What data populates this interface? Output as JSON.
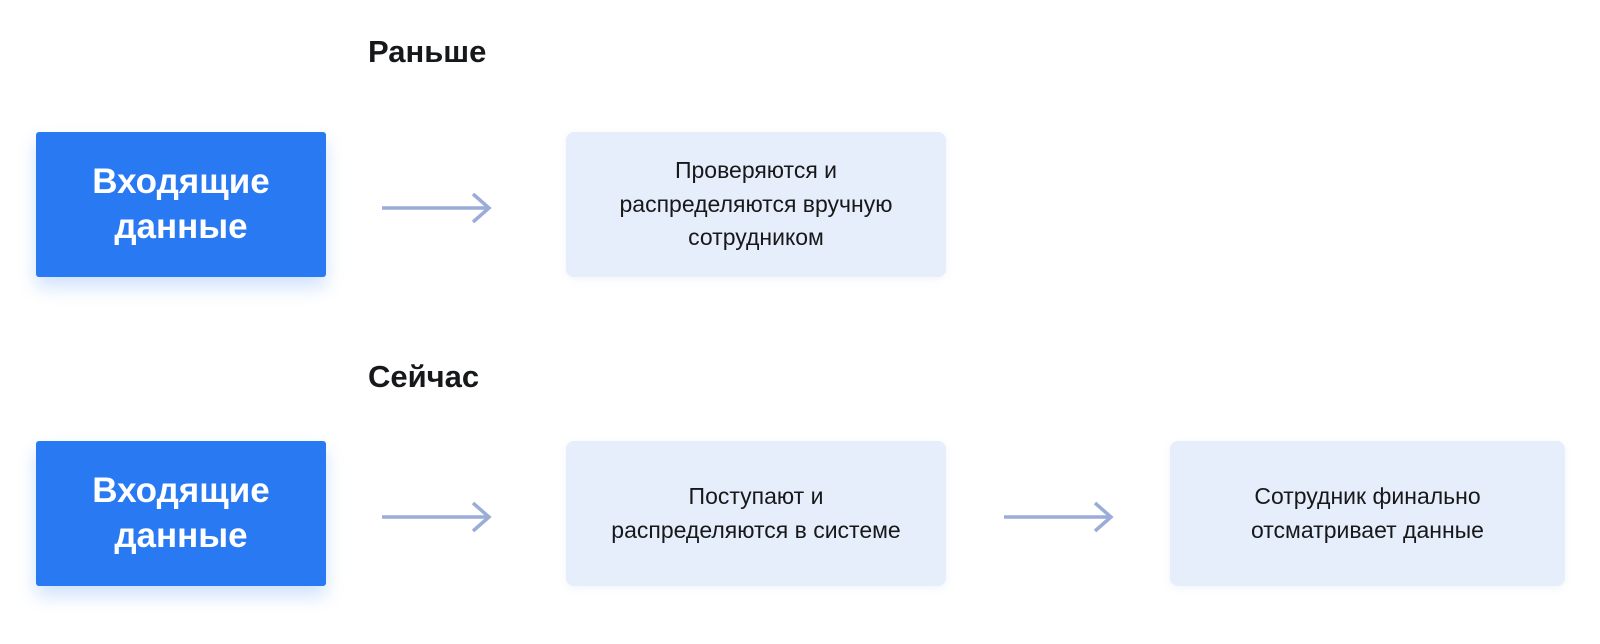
{
  "diagram": {
    "colors": {
      "background": "#ffffff",
      "primary_blue": "#2979f2",
      "light_box_bg": "#e6eefb",
      "arrow": "#9bacd9",
      "text_dark": "#17181a",
      "text_light": "#ffffff"
    },
    "sections": [
      {
        "id": "before",
        "heading": "Раньше",
        "nodes": [
          {
            "type": "source",
            "label": "Входящие\nданные"
          },
          {
            "type": "step",
            "label": "Проверяются и\nраспределяются вручную\nсотрудником"
          }
        ]
      },
      {
        "id": "now",
        "heading": "Сейчас",
        "nodes": [
          {
            "type": "source",
            "label": "Входящие\nданные"
          },
          {
            "type": "step",
            "label": "Поступают и\nраспределяются в системе"
          },
          {
            "type": "step",
            "label": "Сотрудник финально\nотсматривает данные"
          }
        ]
      }
    ]
  }
}
